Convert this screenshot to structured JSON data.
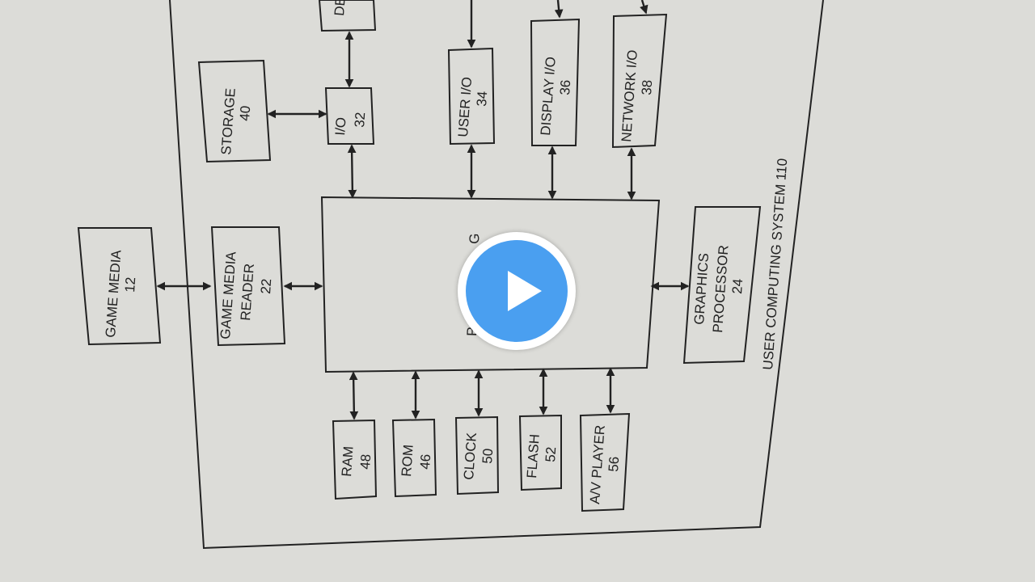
{
  "diagram": {
    "outer_label": "USER COMPUTING SYSTEM 110",
    "processor_label_fragments": [
      "G",
      "P"
    ],
    "components": {
      "game_media": [
        "GAME MEDIA",
        "12"
      ],
      "game_media_reader": [
        "GAME MEDIA",
        "READER",
        "22"
      ],
      "storage": [
        "STORAGE",
        "40"
      ],
      "io": [
        "I/O",
        "32"
      ],
      "device_partial": [
        "DE"
      ],
      "user_io": [
        "USER I/O",
        "34"
      ],
      "display_io": [
        "DISPLAY I/O",
        "36"
      ],
      "network_io": [
        "NETWORK I/O",
        "38"
      ],
      "graphics_processor": [
        "GRAPHICS",
        "PROCESSOR",
        "24"
      ],
      "ram": [
        "RAM",
        "48"
      ],
      "rom": [
        "ROM",
        "46"
      ],
      "clock": [
        "CLOCK",
        "50"
      ],
      "flash": [
        "FLASH",
        "52"
      ],
      "av_player": [
        "A/V PLAYER",
        "56"
      ]
    }
  },
  "video_overlay": {
    "play_button_icon": "play-icon",
    "accent_color": "#4a9ff0",
    "ring_color": "#ffffff"
  }
}
